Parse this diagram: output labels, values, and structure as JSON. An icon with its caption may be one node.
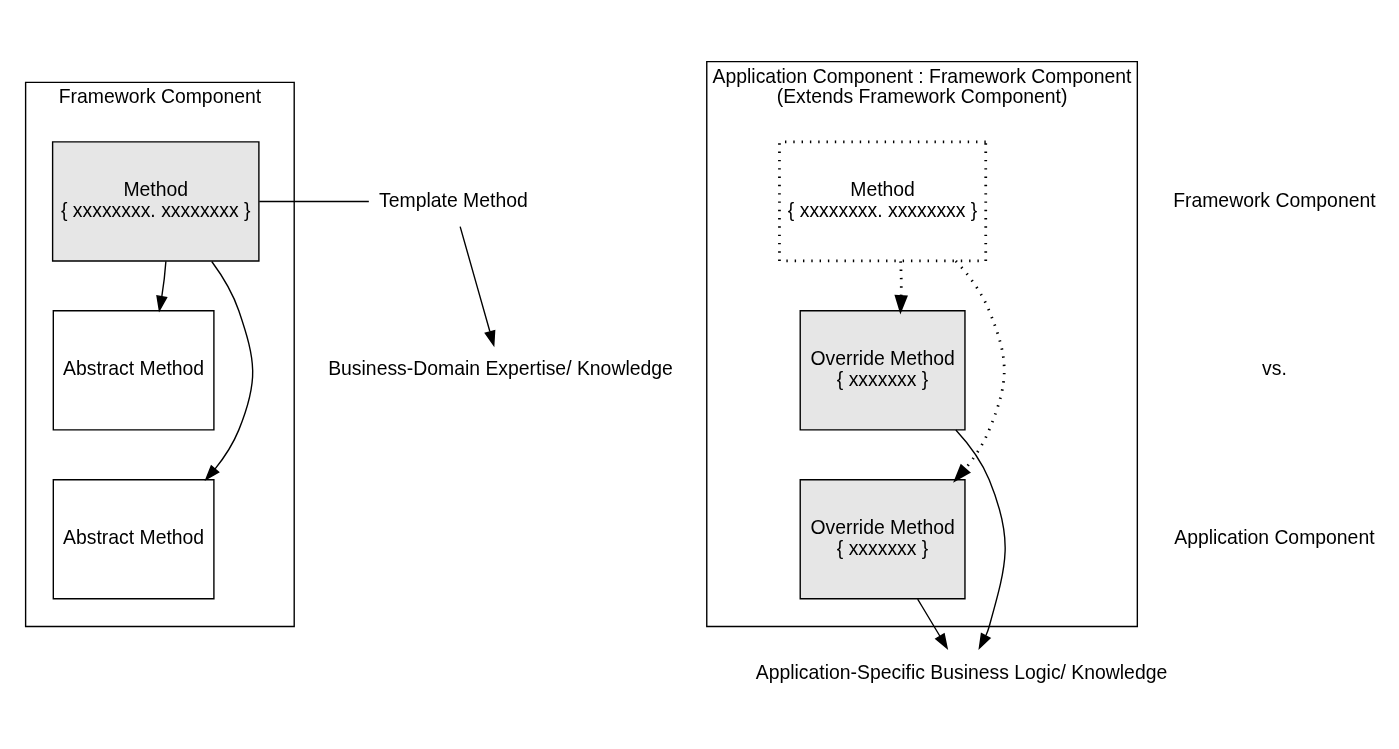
{
  "diagram": {
    "nodes": [
      {
        "text": [
          "Framework Component"
        ]
      },
      {
        "text": [
          "Method",
          "{ xxxxxxxx. xxxxxxxx }"
        ],
        "in": 0
      },
      {
        "text": [
          "Abstract Method"
        ],
        "in": 0
      },
      {
        "text": [
          "Abstract Method"
        ],
        "in": 0
      },
      {
        "text": [
          "Template Method"
        ]
      },
      {
        "text": [
          "Business-Domain Expertise/ Knowledge"
        ]
      },
      {
        "text": [
          "Application Component : Framework Component",
          "(Extends Framework Component)"
        ]
      },
      {
        "text": [
          "Method",
          "{ xxxxxxxx. xxxxxxxx }"
        ],
        "in": 6
      },
      {
        "text": [
          "Override Method",
          "{ xxxxxxx }"
        ],
        "in": 6
      },
      {
        "text": [
          "Override Method",
          "{ xxxxxxx }"
        ],
        "in": 6
      },
      {
        "text": [
          "Application-Specific Business Logic/ Knowledge"
        ]
      }
    ],
    "edges": [
      {
        "from": 4,
        "to": 1,
        "arrow": "none"
      },
      {
        "from": 4,
        "to": 5,
        "arrow": "to"
      },
      {
        "from": 1,
        "to": 2,
        "arrow": "to"
      },
      {
        "from": 1,
        "to": 3,
        "arrow": "to"
      },
      {
        "from": 7,
        "to": 8,
        "arrow": "to",
        "style": "dashed"
      },
      {
        "from": 7,
        "to": 9,
        "arrow": "to",
        "style": "dashed"
      },
      {
        "from": 8,
        "to": 10,
        "arrow": "to"
      },
      {
        "from": 9,
        "to": 10,
        "arrow": "to"
      }
    ],
    "labels": [
      "Framework Component",
      "vs.",
      "Application Component"
    ]
  }
}
